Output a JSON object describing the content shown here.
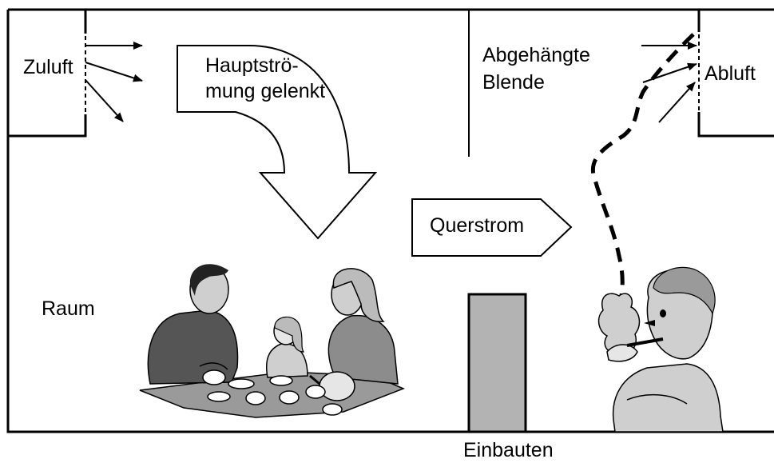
{
  "labels": {
    "zuluft": "Zuluft",
    "hauptstroemung_line1": "Hauptströ-",
    "hauptstroemung_line2": "mung gelenkt",
    "blende_line1": "Abgehängte",
    "blende_line2": "Blende",
    "abluft": "Abluft",
    "querstrom": "Querstrom",
    "raum": "Raum",
    "einbauten": "Einbauten"
  },
  "colors": {
    "line": "#000000",
    "einbauten_fill": "#b3b3b3",
    "clipart_dark": "#555555",
    "clipart_mid": "#8c8c8c",
    "clipart_light": "#cfcfcf",
    "table": "#9a9a9a"
  },
  "illustrations": [
    "family-at-table",
    "smoking-man"
  ]
}
